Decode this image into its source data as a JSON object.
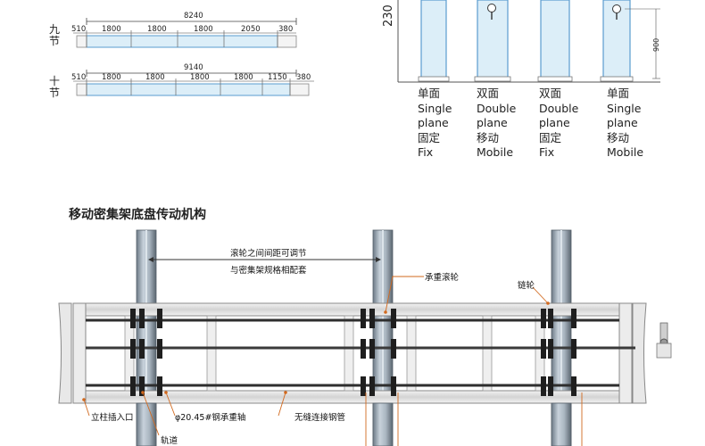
{
  "top_left": {
    "row9": {
      "label": "九\n节",
      "overall": "8240",
      "segments": [
        "510",
        "1800",
        "1800",
        "1800",
        "2050",
        "380"
      ]
    },
    "row10": {
      "label": "十\n节",
      "overall": "9140",
      "segments": [
        "510",
        "1800",
        "1800",
        "1800",
        "1800",
        "1150",
        "380"
      ]
    }
  },
  "top_right": {
    "height_label": "230",
    "dim_900": "900",
    "options": [
      {
        "cn1": "单面",
        "en1": "Single",
        "en2": "plane",
        "cn2": "固定",
        "en3": "Fix"
      },
      {
        "cn1": "双面",
        "en1": "Double",
        "en2": "plane",
        "cn2": "移动",
        "en3": "Mobile"
      },
      {
        "cn1": "双面",
        "en1": "Double",
        "en2": "plane",
        "cn2": "固定",
        "en3": "Fix"
      },
      {
        "cn1": "单面",
        "en1": "Single",
        "en2": "plane",
        "cn2": "移动",
        "en3": "Mobile"
      }
    ]
  },
  "bottom": {
    "title": "移动密集架底盘传动机构",
    "note_line1": "滚轮之间间距可调节",
    "note_line2": "与密集架规格相配套",
    "load_wheel": "承重滚轮",
    "sprocket": "链轮",
    "column_socket": "立柱插入口",
    "axle": "φ20.45#钢承重轴",
    "seamless_pipe": "无缝连接钢管",
    "rail": "轨道"
  },
  "colors": {
    "cabinet_fill": "#dceef8",
    "cabinet_stroke": "#5a9ccf",
    "line": "#444444",
    "frame": "#e6e6e6"
  }
}
